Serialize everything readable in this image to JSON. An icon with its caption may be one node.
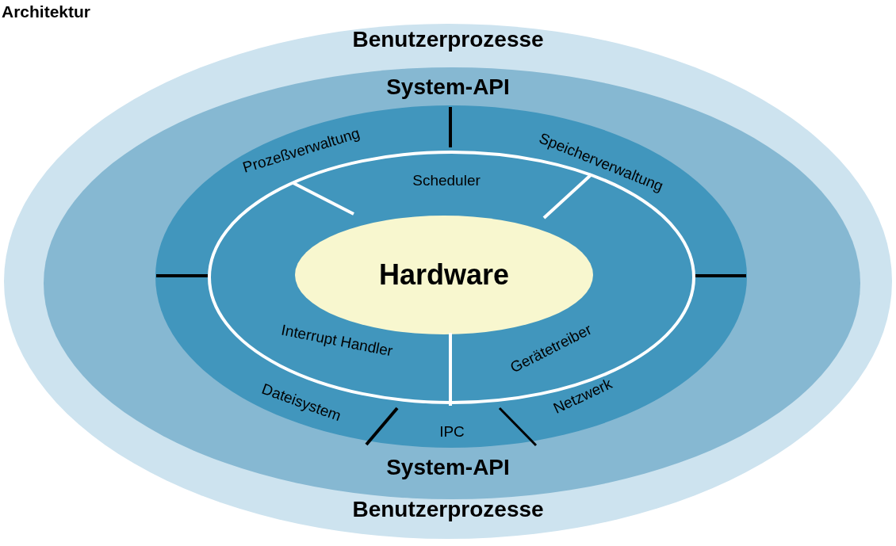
{
  "diagram": {
    "title": "Architektur",
    "nodes": [
      {
        "text": [
          "Benutzerprozesse",
          "Benutzerprozesse"
        ]
      },
      {
        "text": [
          "System-API",
          "System-API"
        ],
        "in": 0
      },
      {
        "text": [],
        "shape": "ellipse",
        "in": 1
      },
      {
        "text": [
          "Prozeßverwaltung"
        ],
        "in": 2
      },
      {
        "text": [
          "Speicherverwaltung"
        ],
        "in": 2
      },
      {
        "text": [],
        "shape": "ellipse",
        "in": 2
      },
      {
        "text": [
          "Scheduler"
        ],
        "in": 5
      },
      {
        "text": [
          "Hardware"
        ],
        "in": 5
      },
      {
        "text": [
          "Interrupt Handler"
        ],
        "in": 5
      },
      {
        "text": [
          "Gerätetreiber"
        ],
        "in": 5
      },
      {
        "text": [
          "Dateisystem"
        ],
        "in": 2
      },
      {
        "text": [
          "IPC"
        ],
        "in": 2
      },
      {
        "text": [
          "Netzwerk"
        ],
        "in": 2
      }
    ],
    "edges": []
  }
}
